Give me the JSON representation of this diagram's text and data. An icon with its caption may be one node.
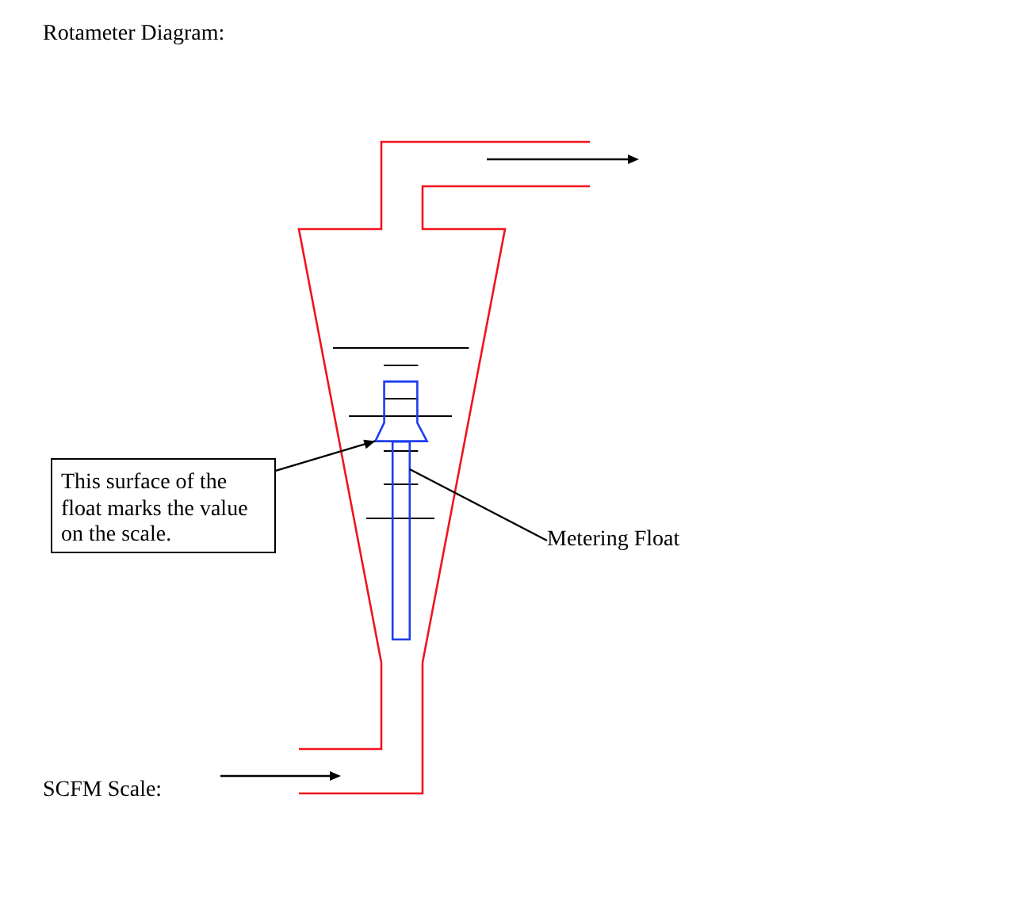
{
  "diagram": {
    "title": "Rotameter Diagram:",
    "nodes": [
      {
        "text": [
          "This surface of the float marks the value on the scale."
        ]
      },
      {
        "text": [
          "Metering Float"
        ]
      },
      {
        "text": [],
        "shape": "trapezoid"
      },
      {
        "text": [],
        "shape": "bar"
      }
    ],
    "edges": [
      {
        "from": 0,
        "to": 2,
        "arrow": "to"
      },
      {
        "from": 1,
        "to": 3,
        "arrow": "none"
      }
    ],
    "labels": [
      "SCFM Scale:"
    ]
  }
}
